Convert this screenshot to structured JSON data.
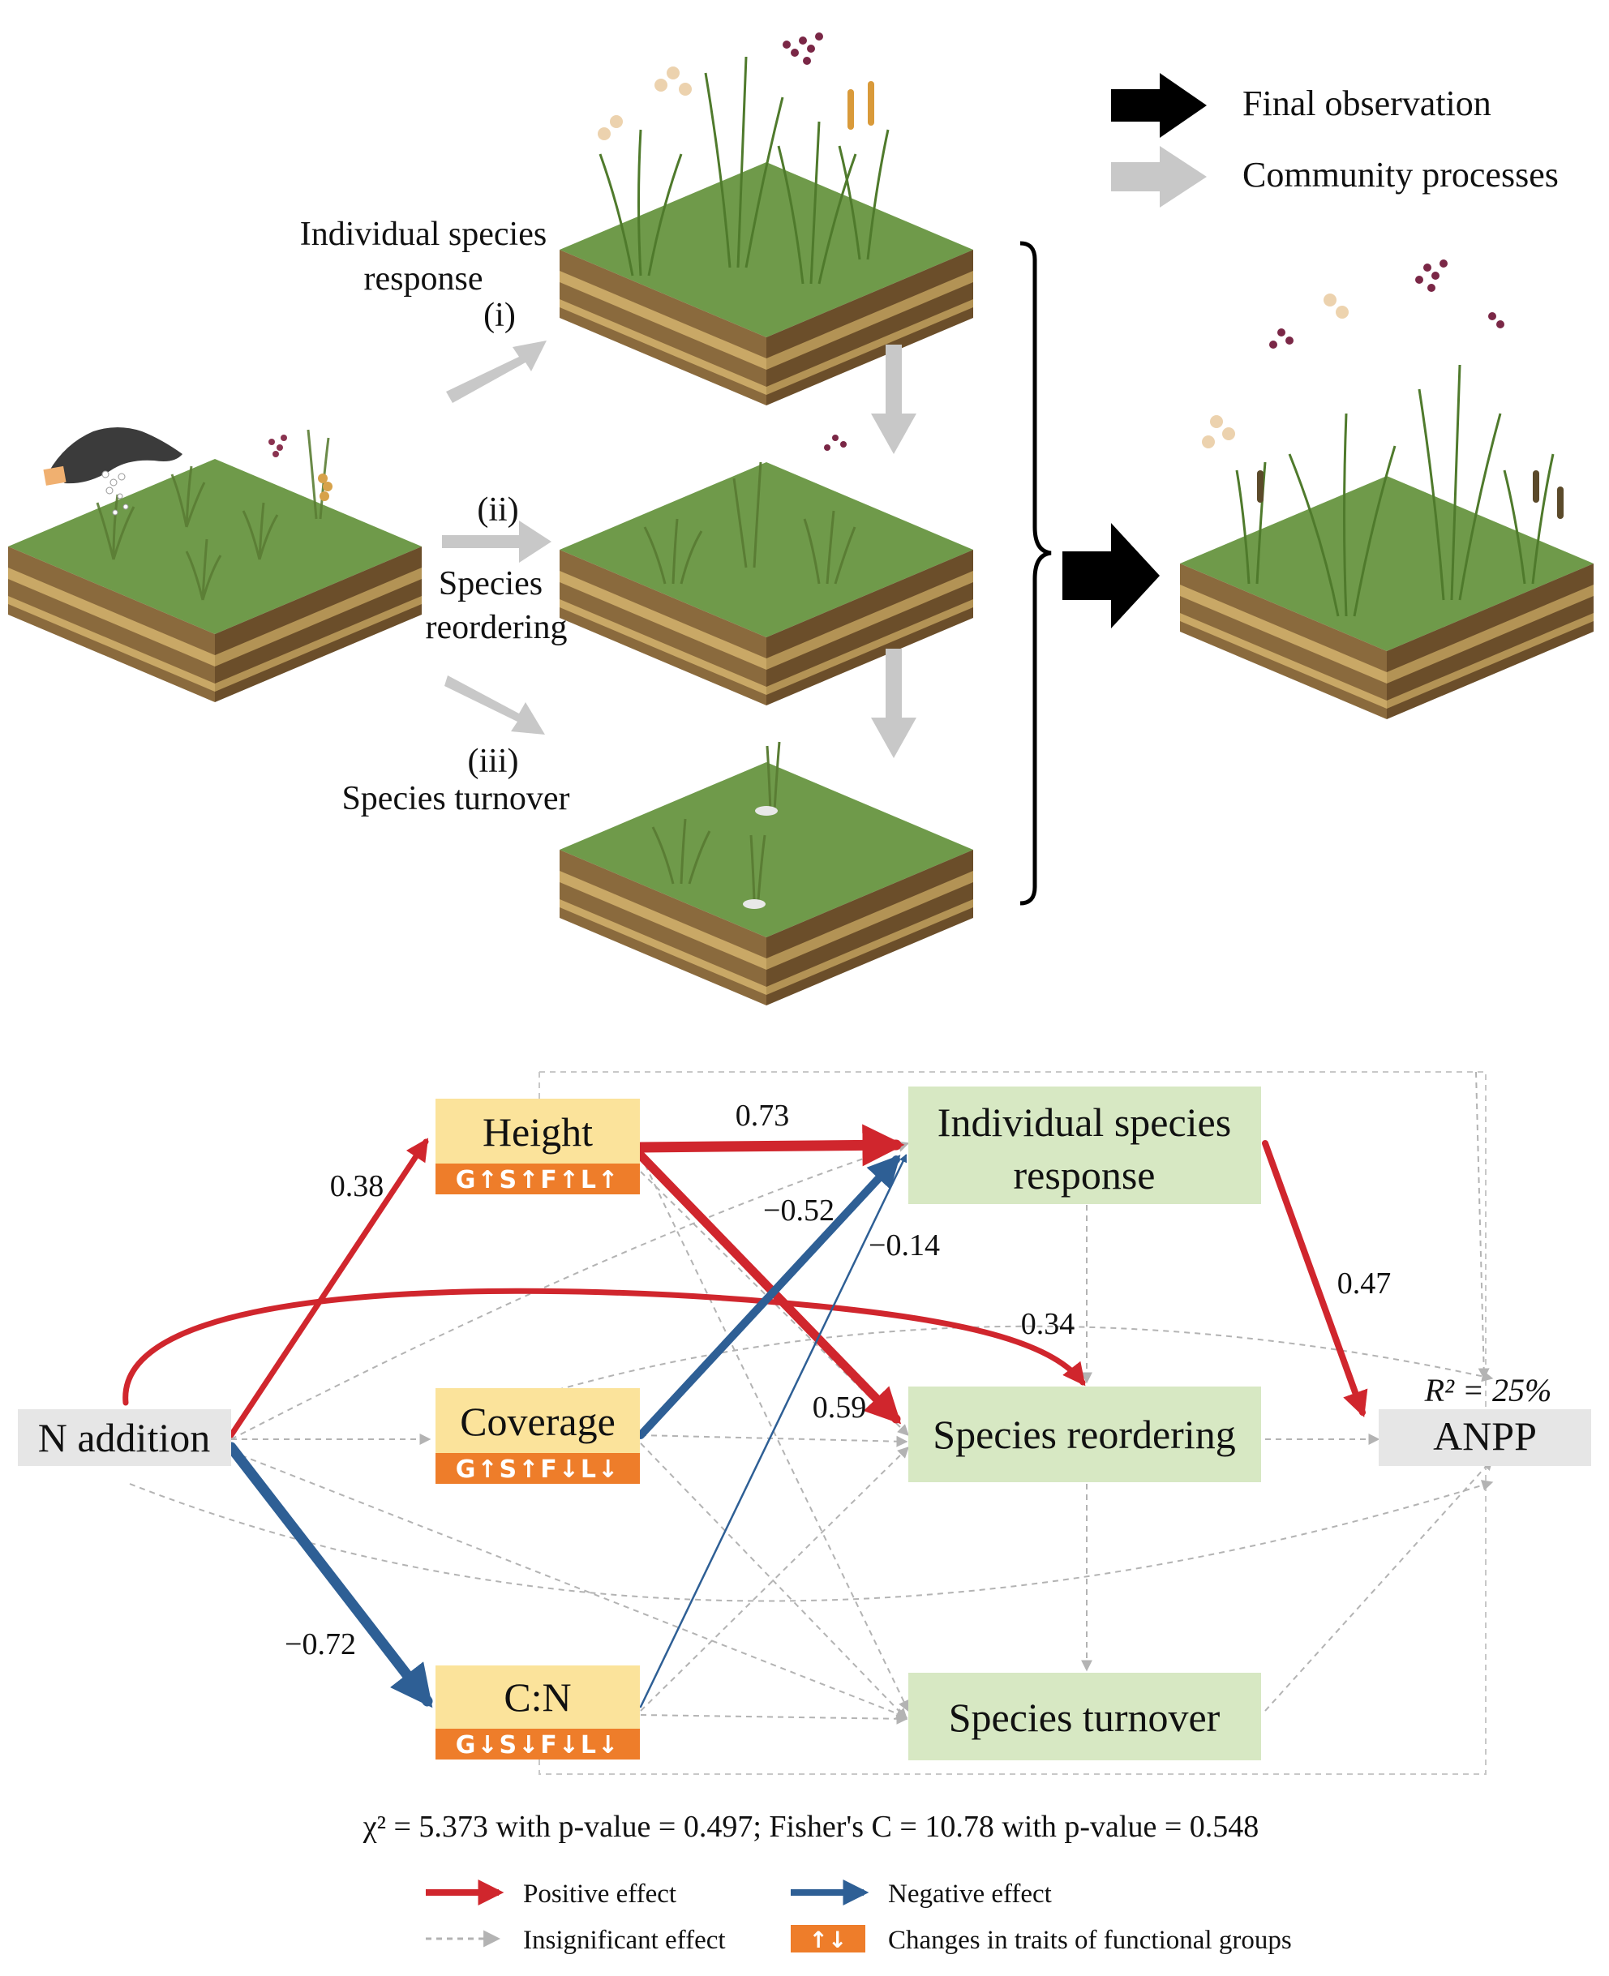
{
  "legend_top": {
    "final_label": "Final observation",
    "process_label": "Community processes"
  },
  "stages": {
    "i_num": "(i)",
    "i_line1": "Individual species",
    "i_line2": "response",
    "ii_num": "(ii)",
    "ii_line1": "Species",
    "ii_line2": "reordering",
    "iii_num": "(iii)",
    "iii_label": "Species turnover"
  },
  "nodes": {
    "n_addition": "N addition",
    "height": "Height",
    "height_traits": "G↑S↑F↑L↑",
    "coverage": "Coverage",
    "coverage_traits": "G↑S↑F↓L↓",
    "cn": "C:N",
    "cn_traits": "G↓S↓F↓L↓",
    "isr_line1": "Individual species",
    "isr_line2": "response",
    "reorder": "Species reordering",
    "turnover": "Species turnover",
    "anpp": "ANPP",
    "r2": "R² = 25%"
  },
  "coefficients": {
    "n_height": "0.38",
    "height_isr": "0.73",
    "coverage_isr": "−0.52",
    "cn_isr": "−0.14",
    "n_reorder": "0.34",
    "height_reorder": "0.59",
    "isr_anpp": "0.47",
    "n_cn": "−0.72"
  },
  "stats": "χ² = 5.373 with p-value = 0.497; Fisher's C = 10.78 with p-value = 0.548",
  "legend_bottom": {
    "positive": "Positive effect",
    "negative": "Negative effect",
    "insignificant": "Insignificant effect",
    "traits": "Changes in traits of functional groups",
    "traits_symbol": "↑↓"
  },
  "colors": {
    "positive": "#d0262d",
    "negative": "#2e5f95",
    "insignificant": "#b3b3b3",
    "trait_box": "#fbe39b",
    "trait_strip": "#ee7d2a",
    "outcome_box": "#d7e8c3",
    "grey_box": "#e6e6e6",
    "plot_top": "#6f9a4a"
  }
}
